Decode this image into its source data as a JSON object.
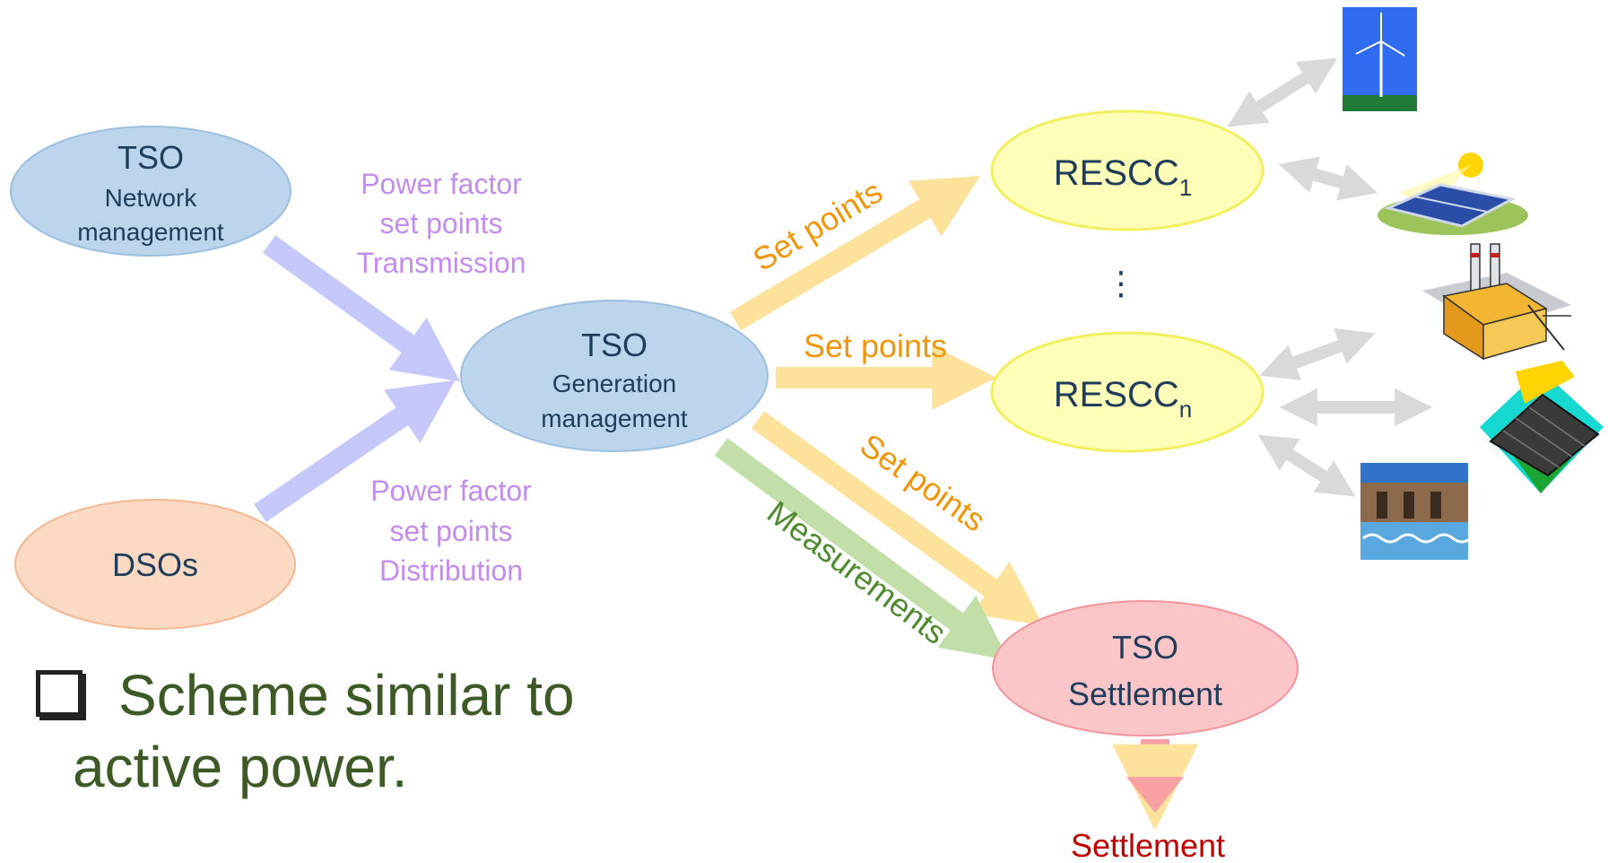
{
  "nodes": {
    "tso_network": {
      "title": "TSO",
      "line1": "Network",
      "line2": "management"
    },
    "dsos": {
      "title": "DSOs"
    },
    "tso_generation": {
      "title": "TSO",
      "line1": "Generation",
      "line2": "management"
    },
    "rescc1": {
      "base": "RESCC",
      "sub": "1"
    },
    "rescc_dots": "⋮",
    "rescc_n": {
      "base": "RESCC",
      "sub": "n"
    },
    "tso_settlement": {
      "title": "TSO",
      "line1": "Settlement"
    },
    "settlement_output": "Settlement"
  },
  "labels": {
    "pf_transmission": [
      "Power factor",
      "set points",
      "Transmission"
    ],
    "pf_distribution": [
      "Power factor",
      "set points",
      "Distribution"
    ],
    "set_points_upper": "Set points",
    "set_points_middle": "Set points",
    "set_points_lower": "Set points",
    "measurements": "Measurements"
  },
  "bullet": {
    "line1": "Scheme similar to",
    "line2": "active power."
  },
  "icons": [
    "wind-turbine-icon",
    "solar-panel-icon",
    "power-plant-icon",
    "solar-collector-icon",
    "hydro-dam-icon"
  ],
  "colors": {
    "tso_blue": "#bcd5ec",
    "dso_orange": "#fcd9c3",
    "rescc_yellow": "#fefeb8",
    "settlement_pink": "#fcc6c9",
    "arrow_purple": "#c6c8fb",
    "arrow_orange": "#fde29c",
    "arrow_green": "#c3dfa9",
    "arrow_grey": "#d9d9d9",
    "arrow_red": "#f8a0a2"
  }
}
